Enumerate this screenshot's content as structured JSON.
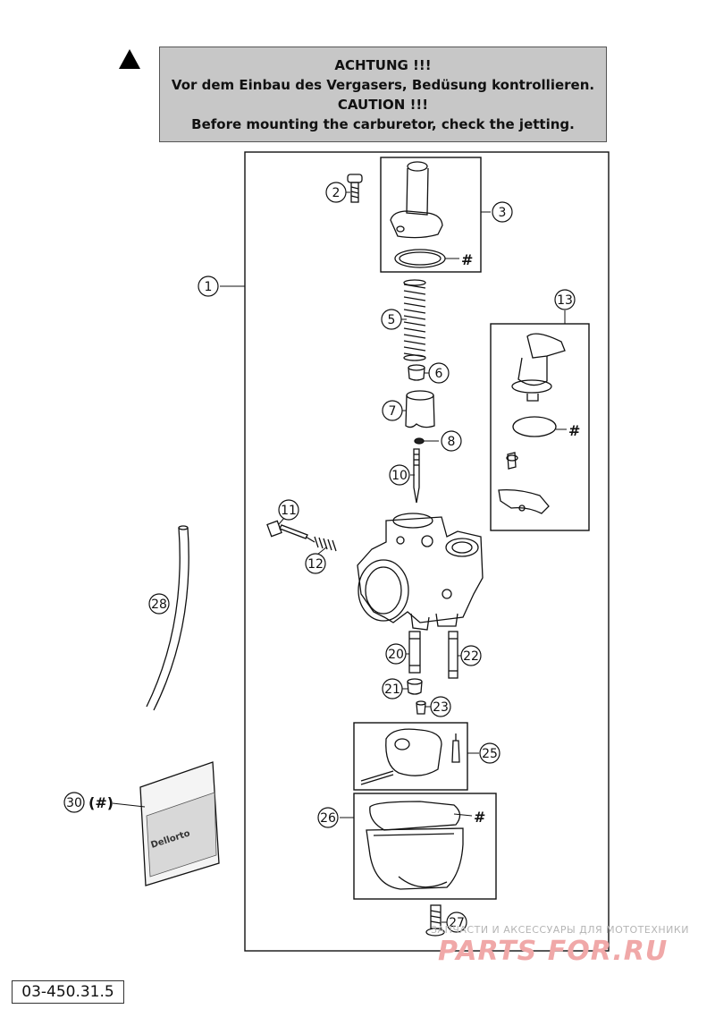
{
  "warning": {
    "line1": "ACHTUNG !!!",
    "line2": "Vor dem Einbau des Vergasers, Bedüsung kontrollieren.",
    "line3": "CAUTION !!!",
    "line4": "Before mounting the carburetor, check the jetting."
  },
  "callouts": {
    "c1": "1",
    "c2": "2",
    "c3": "3",
    "c5": "5",
    "c6": "6",
    "c7": "7",
    "c8": "8",
    "c10": "10",
    "c11": "11",
    "c12": "12",
    "c13": "13",
    "c20": "20",
    "c21": "21",
    "c22": "22",
    "c23": "23",
    "c25": "25",
    "c26": "26",
    "c27": "27",
    "c28": "28",
    "c30": "30"
  },
  "hash": "#",
  "hash_paren": "(#)",
  "packet_text": "Dellorto",
  "watermark": {
    "small": "ЗАПЧАСТИ И АКСЕССУАРЫ ДЛЯ МОТОТЕХНИКИ",
    "big": "PARTS FOR.RU"
  },
  "doc_id": "03-450.31.5"
}
